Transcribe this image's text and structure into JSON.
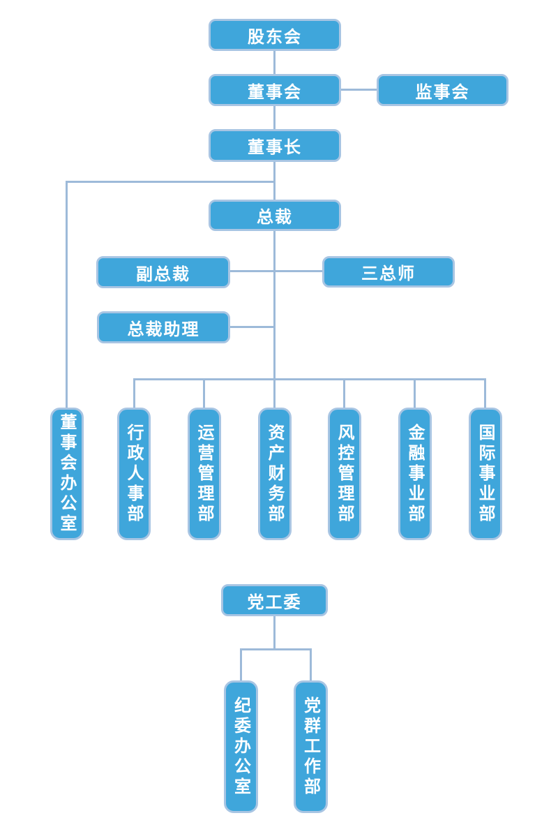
{
  "diagram": {
    "type": "org-chart",
    "language": "zh-CN"
  },
  "nodes": {
    "shareholders": {
      "label": "股东会"
    },
    "board": {
      "label": "董事会"
    },
    "supervisory": {
      "label": "监事会"
    },
    "chairman": {
      "label": "董事长"
    },
    "president": {
      "label": "总裁"
    },
    "vice_president": {
      "label": "副总裁"
    },
    "three_chiefs": {
      "label": "三总师"
    },
    "president_assistant": {
      "label": "总裁助理"
    },
    "board_office": {
      "label": "董事会办公室"
    },
    "admin_hr": {
      "label": "行政人事部"
    },
    "operations": {
      "label": "运营管理部"
    },
    "asset_finance": {
      "label": "资产财务部"
    },
    "risk_control": {
      "label": "风控管理部"
    },
    "finance_business": {
      "label": "金融事业部"
    },
    "international_business": {
      "label": "国际事业部"
    },
    "party_committee": {
      "label": "党工委"
    },
    "discipline_office": {
      "label": "纪委办公室"
    },
    "party_mass_work": {
      "label": "党群工作部"
    }
  },
  "colors": {
    "node_fill": "#3FA6DB",
    "node_border": "#A8C5E3",
    "connector": "#9DBAD9",
    "node_text": "#FFFFFF",
    "background": "#FFFFFF"
  }
}
